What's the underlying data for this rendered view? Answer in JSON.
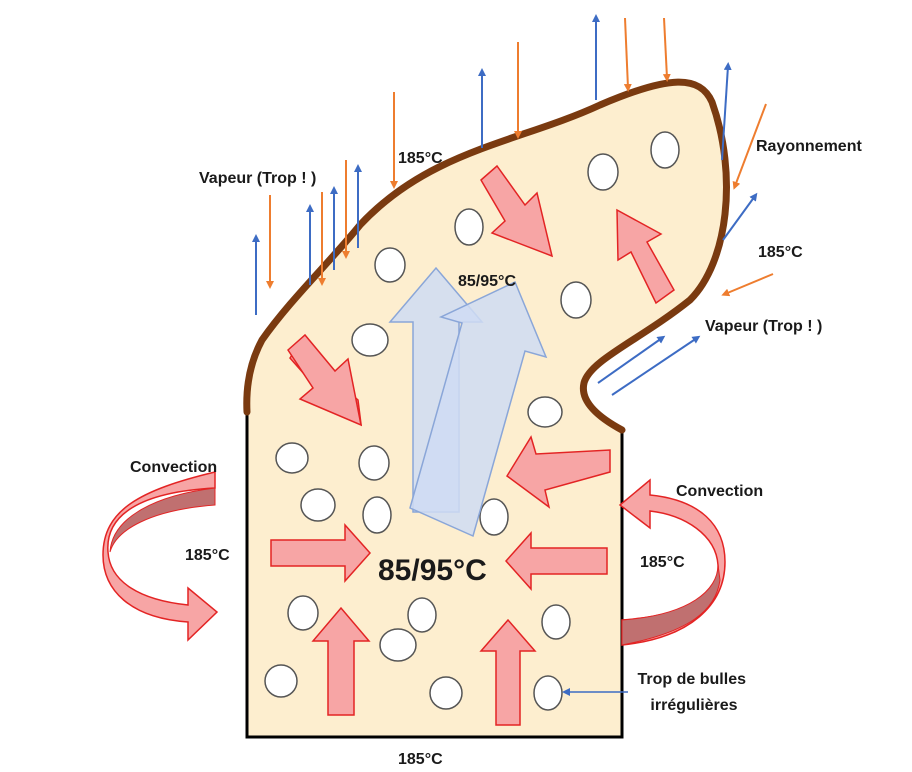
{
  "labels": {
    "vapeur_left": "Vapeur (Trop ! )",
    "temp_top": "185°C",
    "rayonnement": "Rayonnement",
    "temp_right_top": "185°C",
    "vapeur_right": "Vapeur (Trop ! )",
    "core_top": "85/95°C",
    "core_center": "85/95°C",
    "convection_left": "Convection",
    "temp_left": "185°C",
    "convection_right": "Convection",
    "temp_right": "185°C",
    "bubbles": "Trop de bulles irrégulières",
    "temp_bottom": "185°C"
  },
  "colors": {
    "crust": "#7a3a10",
    "crumb": "#fdeecf",
    "heat_arrow_fill": "#f7a5a5",
    "heat_arrow_stroke": "#e32424",
    "steam_arrow_fill": "#cfdcf3",
    "steam_arrow_stroke": "#8aa6d8",
    "radiation_orange": "#ee7d2f",
    "vapour_blue": "#3d6cc4",
    "bubble_fill": "#ffffff",
    "bubble_stroke": "#555555",
    "convection_fill": "#f7a5a5",
    "convection_dark": "#c07070"
  }
}
